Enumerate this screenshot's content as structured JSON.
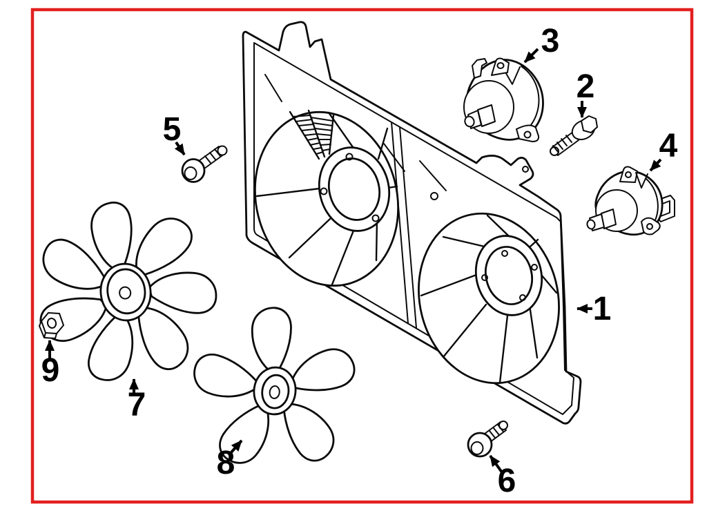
{
  "diagram": {
    "background_color": "#ffffff",
    "border_color": "#e2201f",
    "line_color": "#0a0a0a",
    "callouts": [
      {
        "num": "1"
      },
      {
        "num": "2"
      },
      {
        "num": "3"
      },
      {
        "num": "4"
      },
      {
        "num": "5"
      },
      {
        "num": "6"
      },
      {
        "num": "7"
      },
      {
        "num": "8"
      },
      {
        "num": "9"
      }
    ]
  }
}
